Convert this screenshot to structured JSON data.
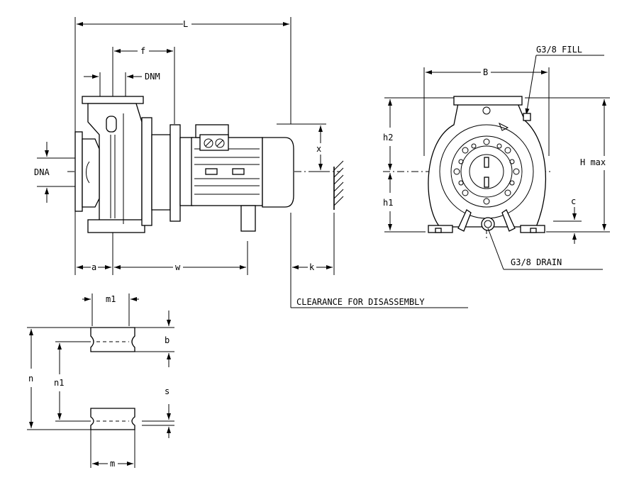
{
  "labels": {
    "L": "L",
    "f": "f",
    "DNM": "DNM",
    "DNA": "DNA",
    "x": "x",
    "a": "a",
    "w": "w",
    "k": "k",
    "clearance": "CLEARANCE FOR DISASSEMBLY",
    "B": "B",
    "fill": "G3/8  FILL",
    "h2": "h2",
    "h1": "h1",
    "Hmax": "H max",
    "c": "c",
    "drain": "G3/8  DRAIN",
    "m1": "m1",
    "b": "b",
    "n": "n",
    "n1": "n1",
    "s": "s",
    "m": "m"
  }
}
